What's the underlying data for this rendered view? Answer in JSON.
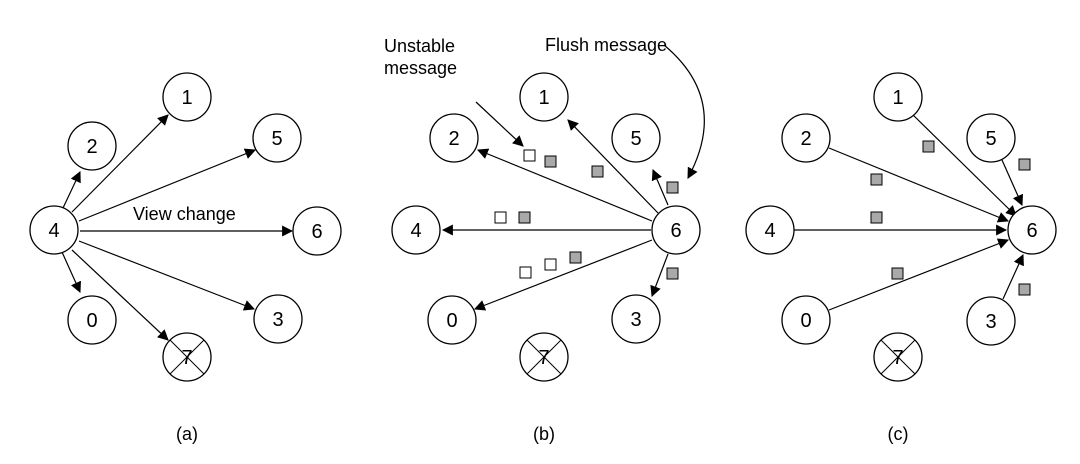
{
  "panels": {
    "a": {
      "caption": "(a)",
      "nodes": {
        "n4": "4",
        "n2": "2",
        "n1": "1",
        "n5": "5",
        "n6": "6",
        "n0": "0",
        "n7": "7",
        "n3": "3"
      },
      "label_view_change": "View change"
    },
    "b": {
      "caption": "(b)",
      "nodes": {
        "n1": "1",
        "n2": "2",
        "n5": "5",
        "n4": "4",
        "n6": "6",
        "n0": "0",
        "n3": "3",
        "n7": "7"
      },
      "label_unstable_line1": "Unstable",
      "label_unstable_line2": "message",
      "label_flush": "Flush message"
    },
    "c": {
      "caption": "(c)",
      "nodes": {
        "n1": "1",
        "n2": "2",
        "n5": "5",
        "n4": "4",
        "n6": "6",
        "n0": "0",
        "n3": "3",
        "n7": "7"
      }
    }
  },
  "colors": {
    "flush_message_fill": "#a9a9a9",
    "unstable_message_fill": "#ffffff"
  }
}
